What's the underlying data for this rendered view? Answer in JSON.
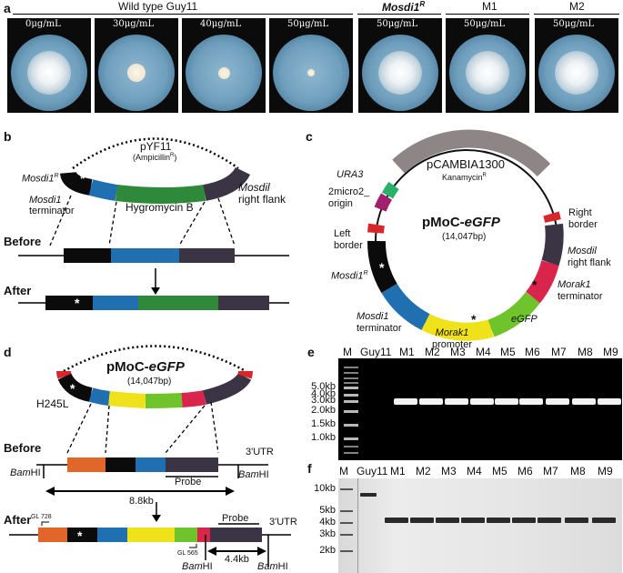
{
  "panel_a": {
    "label": "a",
    "group_wildtype": "Wild type Guy11",
    "group_mosdi1r": "Mosdi1",
    "group_mosdi1r_sup": "R",
    "group_m1": "M1",
    "group_m2": "M2",
    "conditions": [
      "0μg/mL",
      "30μg/mL",
      "40μg/mL",
      "50μg/mL",
      "50μg/mL",
      "50μg/mL",
      "50μg/mL"
    ]
  },
  "panel_b": {
    "label": "b",
    "plasmid": "pYF11",
    "plasmid_sub": "(Ampicillin",
    "plasmid_sub_sup": "R",
    "plasmid_sub_end": ")",
    "mosdi1r": "Mosdi1",
    "mosdi1r_sup": "R",
    "mosdi1_terminator_1": "Mosdi1",
    "mosdi1_terminator_2": "terminator",
    "hygromycin": "Hygromycin B",
    "right_flank_1": "Mosdil",
    "right_flank_2": "right flank",
    "before": "Before",
    "after": "After",
    "star": "*"
  },
  "panel_c": {
    "label": "c",
    "backbone": "pCAMBIA1300",
    "kan": "Kanamycin",
    "kan_sup": "R",
    "ura3": "URA3",
    "micro_1": "2micro2_",
    "micro_2": "origin",
    "name_prefix": "pMoC-",
    "name_gene": "eGFP",
    "size": "(14,047bp)",
    "right_border_1": "Right",
    "right_border_2": "border",
    "left_border_1": "Left",
    "left_border_2": "border",
    "right_flank_1": "Mosdil",
    "right_flank_2": "right flank",
    "morak1_term_1": "Morak1",
    "morak1_term_2": "terminator",
    "mosdi1r": "Mosdi1",
    "mosdi1r_sup": "R",
    "egfp": "eGFP",
    "mosdi1_term_1": "Mosdi1",
    "mosdi1_term_2": "terminator",
    "morak1_prom_1": "Morak1",
    "morak1_prom_2": "promoter",
    "star": "*"
  },
  "panel_d": {
    "label": "d",
    "name_prefix": "pMoC-",
    "name_gene": "eGFP",
    "size": "(14,047bp)",
    "h245l": "H245L",
    "before": "Before",
    "after": "After",
    "utr_before": "3'UTR",
    "utr_after": "3'UTR",
    "probe_before": "Probe",
    "probe_after": "Probe",
    "bamhi": "BamHI",
    "bam": "Bam",
    "hi": "HI",
    "size_8_8": "8.8kb",
    "size_4_4": "4.4kb",
    "gl728": "GL 728",
    "gl565": "GL 565",
    "star": "*"
  },
  "panel_e": {
    "label": "e",
    "lanes": [
      "M",
      "Guy11",
      "M1",
      "M2",
      "M3",
      "M4",
      "M5",
      "M6",
      "M7",
      "M8",
      "M9"
    ],
    "markers": [
      "5.0kb",
      "4.0kb",
      "3.0kb",
      "2.0kb",
      "1.5kb",
      "1.0kb"
    ],
    "band_kb": [
      null,
      null,
      3.0,
      3.0,
      3.0,
      3.0,
      3.0,
      3.0,
      3.0,
      3.0,
      3.0
    ]
  },
  "panel_f": {
    "label": "f",
    "lanes": [
      "M",
      "Guy11",
      "M1",
      "M2",
      "M3",
      "M4",
      "M5",
      "M6",
      "M7",
      "M8",
      "M9"
    ],
    "markers": [
      "10kb",
      "5kb",
      "4kb",
      "3kb",
      "2kb"
    ],
    "band_kb": [
      null,
      8.8,
      4.4,
      4.4,
      4.4,
      4.4,
      4.4,
      4.4,
      4.4,
      4.4,
      4.4
    ]
  }
}
